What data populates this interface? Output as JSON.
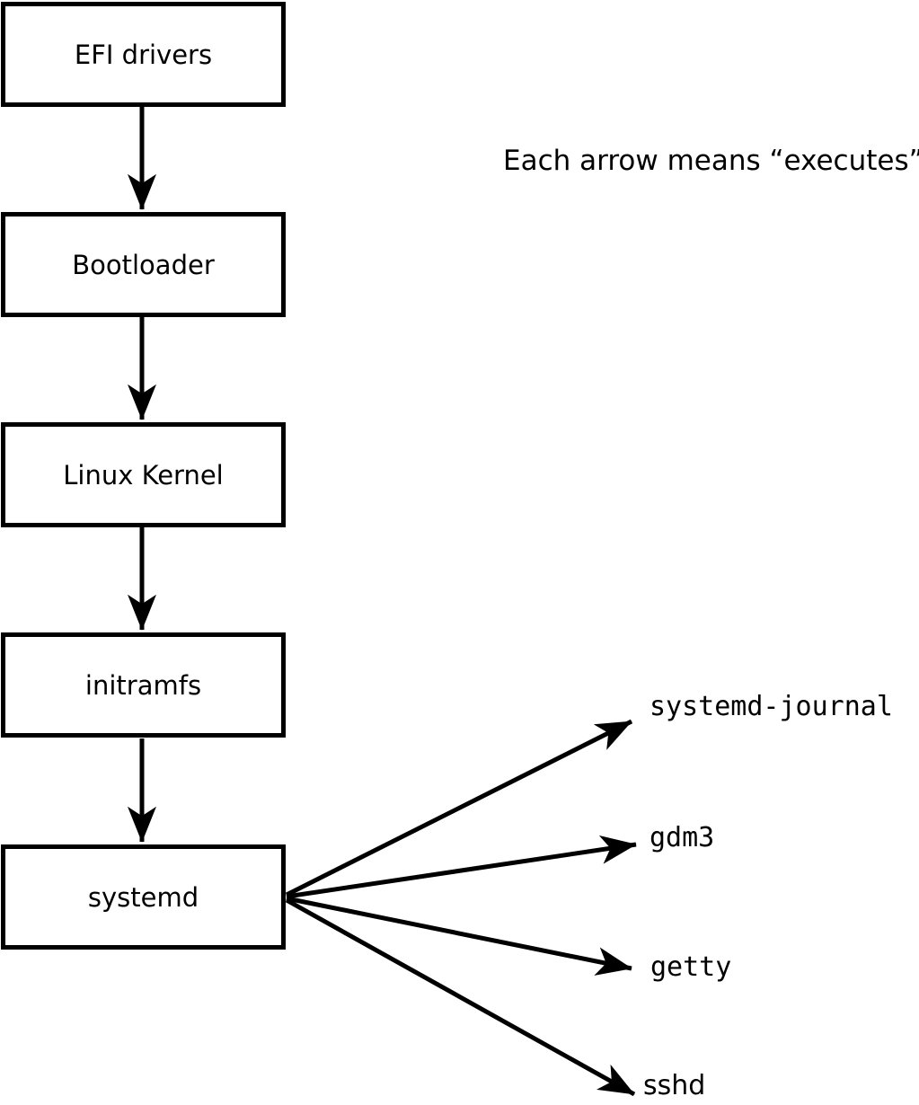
{
  "diagram": {
    "annotation": "Each arrow means “executes”.",
    "boot_chain": [
      {
        "label": "EFI drivers"
      },
      {
        "label": "Bootloader"
      },
      {
        "label": "Linux Kernel"
      },
      {
        "label": "initramfs"
      },
      {
        "label": "systemd"
      }
    ],
    "spawned_processes": [
      {
        "label": "systemd-journal"
      },
      {
        "label": "gdm3"
      },
      {
        "label": "getty"
      },
      {
        "label": "sshd"
      }
    ],
    "colors": {
      "foreground": "#000000",
      "background": "#ffffff"
    }
  }
}
